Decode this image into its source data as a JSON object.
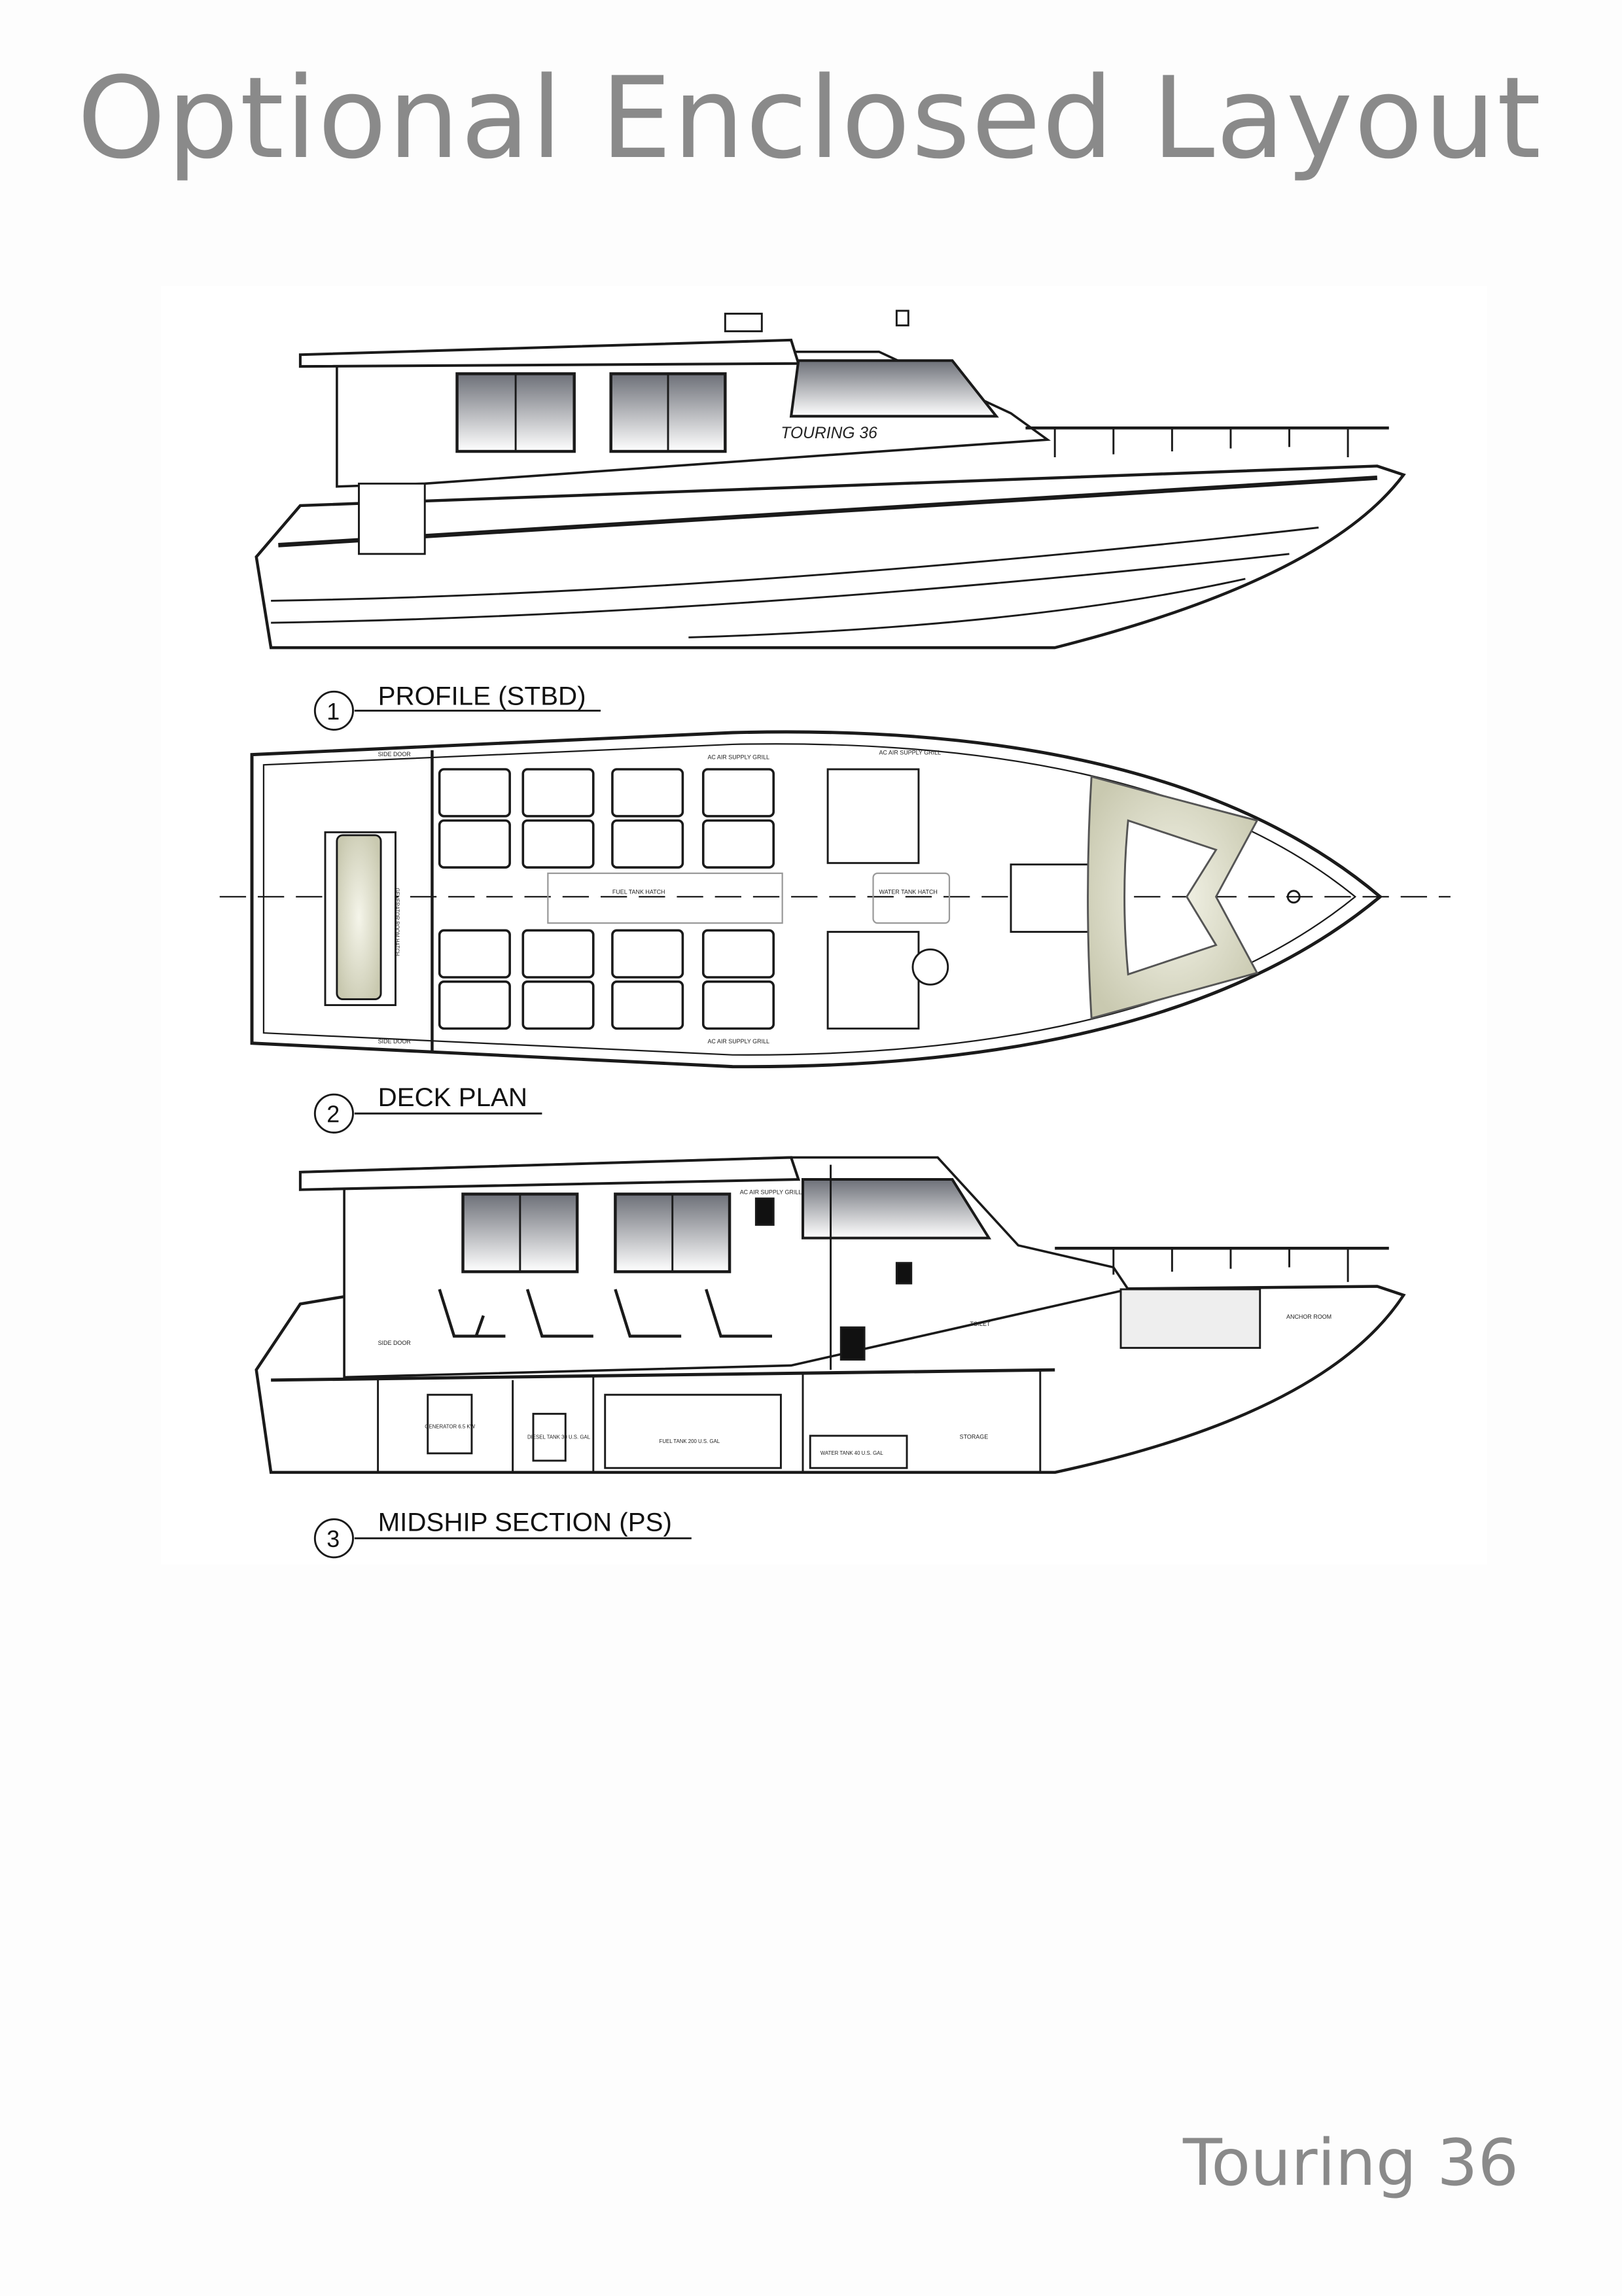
{
  "page": {
    "title": "Optional Enclosed Layout",
    "footer": "Touring 36"
  },
  "drawings": {
    "profile": {
      "number": "1",
      "label": "PROFILE (STBD)",
      "hull_name": "TOURING 36"
    },
    "deck_plan": {
      "number": "2",
      "label": "DECK PLAN",
      "side_door": "SIDE DOOR",
      "ac_grill": "AC AIR SUPPLY GRILL",
      "generator_hatch": "GENERATOR ROOM HATCH",
      "fuel_hatch": "FUEL TANK HATCH",
      "water_hatch": "WATER TANK HATCH"
    },
    "midship": {
      "number": "3",
      "label": "MIDSHIP SECTION (PS)",
      "ac_grill": "AC AIR SUPPLY GRILL",
      "side_door": "SIDE DOOR",
      "toilet": "TOILET",
      "anchor_room": "ANCHOR ROOM",
      "generator": "GENERATOR 6.5 KW",
      "diesel_tank": "DIESEL TANK 30 U.S. GAL",
      "fuel_tank": "FUEL TANK 200 U.S. GAL",
      "water_tank": "WATER TANK 40 U.S. GAL",
      "storage": "STORAGE"
    }
  },
  "colors": {
    "title": "#8a8a8a",
    "line": "#1a1a1a",
    "cushion": "#dcdcc8"
  }
}
